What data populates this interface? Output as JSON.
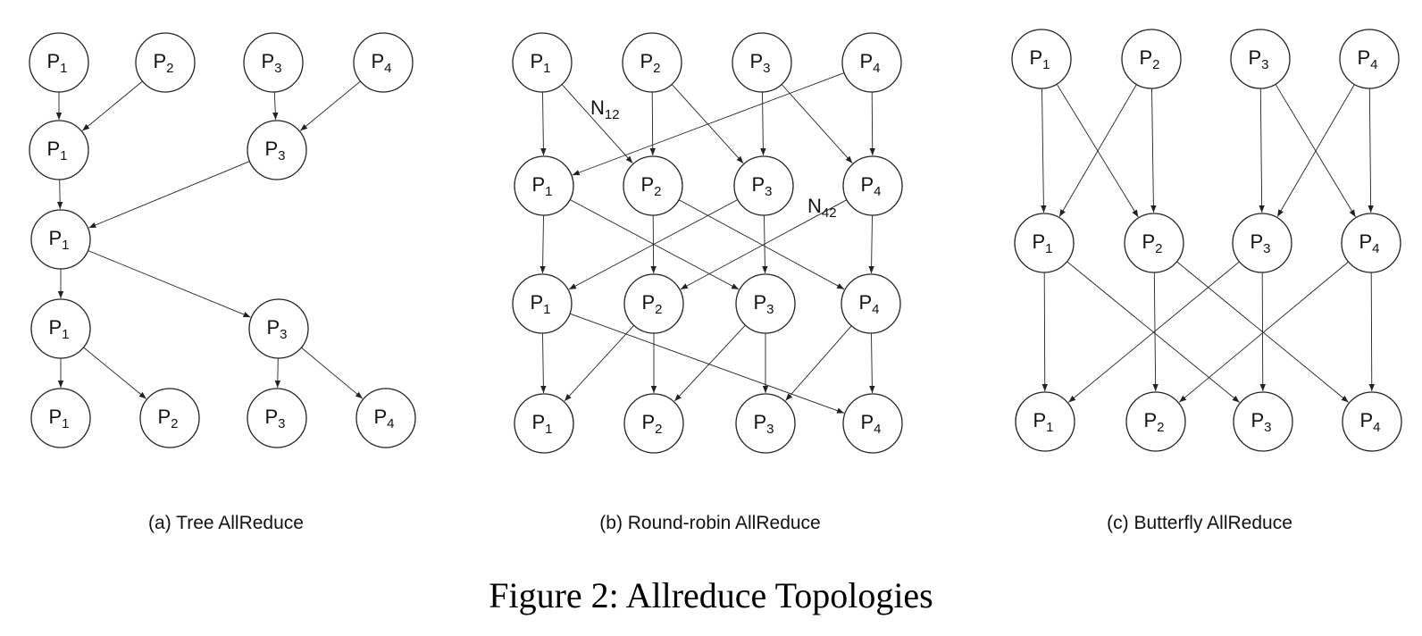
{
  "figure_caption": "Figure 2: Allreduce Topologies",
  "diagrams": [
    {
      "id": "tree",
      "caption": "(a) Tree AllReduce",
      "nodes": [
        [
          "P",
          "1"
        ],
        [
          "P",
          "2"
        ],
        [
          "P",
          "3"
        ],
        [
          "P",
          "4"
        ],
        [
          "P",
          "1"
        ],
        [
          "P",
          "3"
        ],
        [
          "P",
          "1"
        ],
        [
          "P",
          "1"
        ],
        [
          "P",
          "3"
        ],
        [
          "P",
          "1"
        ],
        [
          "P",
          "2"
        ],
        [
          "P",
          "3"
        ],
        [
          "P",
          "4"
        ]
      ],
      "edges": [
        [
          0,
          4
        ],
        [
          1,
          4
        ],
        [
          2,
          5
        ],
        [
          3,
          5
        ],
        [
          4,
          6
        ],
        [
          5,
          6
        ],
        [
          6,
          7
        ],
        [
          6,
          8
        ],
        [
          7,
          9
        ],
        [
          7,
          10
        ],
        [
          8,
          11
        ],
        [
          8,
          12
        ]
      ],
      "edge_labels": []
    },
    {
      "id": "round-robin",
      "caption": "(b) Round-robin AllReduce",
      "nodes": [
        [
          "P",
          "1"
        ],
        [
          "P",
          "2"
        ],
        [
          "P",
          "3"
        ],
        [
          "P",
          "4"
        ],
        [
          "P",
          "1"
        ],
        [
          "P",
          "2"
        ],
        [
          "P",
          "3"
        ],
        [
          "P",
          "4"
        ],
        [
          "P",
          "1"
        ],
        [
          "P",
          "2"
        ],
        [
          "P",
          "3"
        ],
        [
          "P",
          "4"
        ],
        [
          "P",
          "1"
        ],
        [
          "P",
          "2"
        ],
        [
          "P",
          "3"
        ],
        [
          "P",
          "4"
        ]
      ],
      "edges": [
        [
          0,
          4
        ],
        [
          0,
          5
        ],
        [
          1,
          5
        ],
        [
          1,
          6
        ],
        [
          2,
          6
        ],
        [
          2,
          7
        ],
        [
          3,
          7
        ],
        [
          3,
          4
        ],
        [
          4,
          8
        ],
        [
          4,
          10
        ],
        [
          5,
          9
        ],
        [
          5,
          11
        ],
        [
          6,
          10
        ],
        [
          6,
          8
        ],
        [
          7,
          11
        ],
        [
          7,
          9
        ],
        [
          8,
          12
        ],
        [
          8,
          15
        ],
        [
          9,
          13
        ],
        [
          9,
          12
        ],
        [
          10,
          14
        ],
        [
          10,
          13
        ],
        [
          11,
          15
        ],
        [
          11,
          14
        ]
      ],
      "edge_labels": [
        [
          "N",
          "12"
        ],
        [
          "N",
          "42"
        ]
      ]
    },
    {
      "id": "butterfly",
      "caption": "(c) Butterfly AllReduce",
      "nodes": [
        [
          "P",
          "1"
        ],
        [
          "P",
          "2"
        ],
        [
          "P",
          "3"
        ],
        [
          "P",
          "4"
        ],
        [
          "P",
          "1"
        ],
        [
          "P",
          "2"
        ],
        [
          "P",
          "3"
        ],
        [
          "P",
          "4"
        ],
        [
          "P",
          "1"
        ],
        [
          "P",
          "2"
        ],
        [
          "P",
          "3"
        ],
        [
          "P",
          "4"
        ]
      ],
      "edges": [
        [
          0,
          4
        ],
        [
          0,
          5
        ],
        [
          1,
          4
        ],
        [
          1,
          5
        ],
        [
          2,
          6
        ],
        [
          2,
          7
        ],
        [
          3,
          6
        ],
        [
          3,
          7
        ],
        [
          4,
          8
        ],
        [
          4,
          10
        ],
        [
          5,
          9
        ],
        [
          5,
          11
        ],
        [
          6,
          10
        ],
        [
          6,
          8
        ],
        [
          7,
          11
        ],
        [
          7,
          9
        ]
      ],
      "edge_labels": []
    }
  ],
  "colors": {
    "stroke": "#222222",
    "text": "#111111",
    "background": "#ffffff"
  }
}
